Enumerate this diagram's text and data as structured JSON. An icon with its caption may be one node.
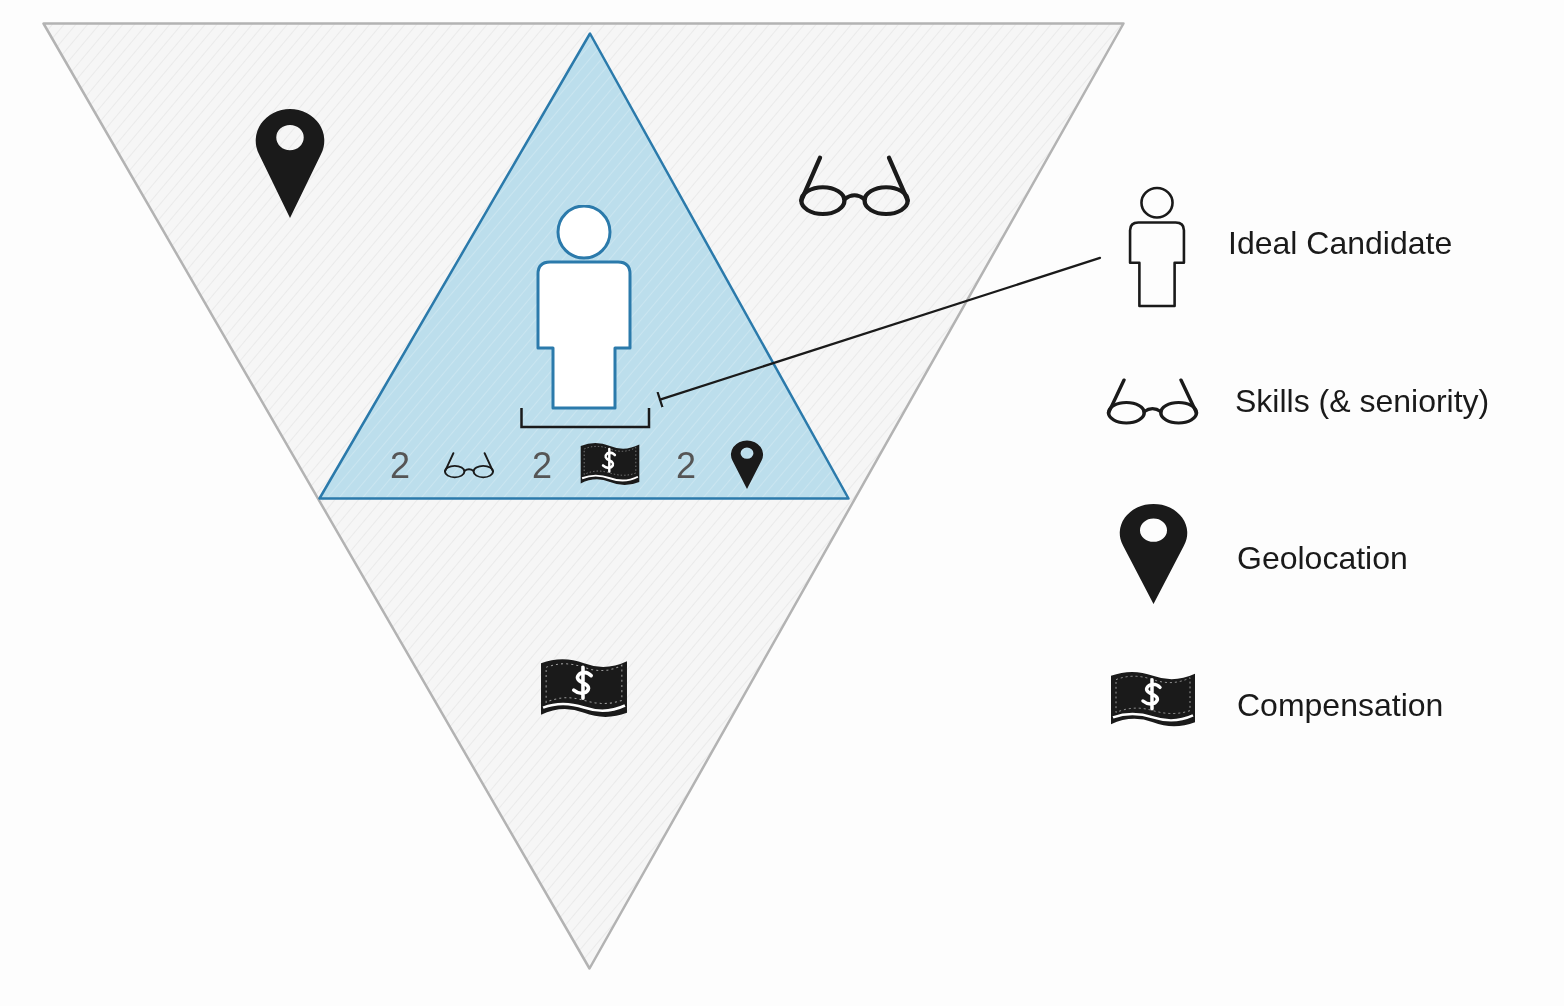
{
  "diagram": {
    "nodes": [
      {
        "text": [],
        "shape": "triangle"
      },
      {
        "text": [
          "2",
          "2",
          "2"
        ],
        "in": 0
      },
      {
        "text": [],
        "shape": "person",
        "in": 1
      },
      {
        "text": [
          "Ideal Candidate"
        ]
      }
    ],
    "edges": [
      {
        "from": 3,
        "to": 2,
        "arrow": "other"
      }
    ],
    "legend": [
      {
        "text": "Skills (& seniority)"
      },
      {
        "text": "Geolocation"
      },
      {
        "text": "Compensation"
      }
    ]
  }
}
